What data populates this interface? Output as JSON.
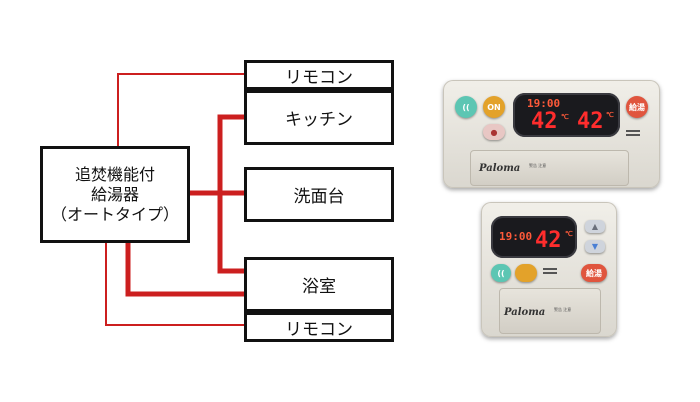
{
  "diagram": {
    "heater_lines": [
      "追焚機能付",
      "給湯器",
      "（オートタイプ）"
    ],
    "nodes": {
      "remote_top": "リモコン",
      "kitchen": "キッチン",
      "washstand": "洗面台",
      "bath": "浴室",
      "remote_bottom": "リモコン"
    },
    "colors": {
      "pipe": "#cc1f1f",
      "border": "#111111"
    }
  },
  "photo_kitchen_remote": {
    "brand": "Paloma",
    "time": "19:00",
    "temp_left": "42",
    "temp_right": "42",
    "unit": "℃",
    "btn_left_label": "ON",
    "btn_right_label": "給湯",
    "btn_mid_label": "●",
    "notice": "警告 注意"
  },
  "photo_bath_remote": {
    "brand": "Paloma",
    "time": "19:00",
    "temp": "42",
    "unit": "℃",
    "btn_label": "給湯",
    "up_label": "▲",
    "down_label": "▼",
    "notice": "警告 注意"
  }
}
